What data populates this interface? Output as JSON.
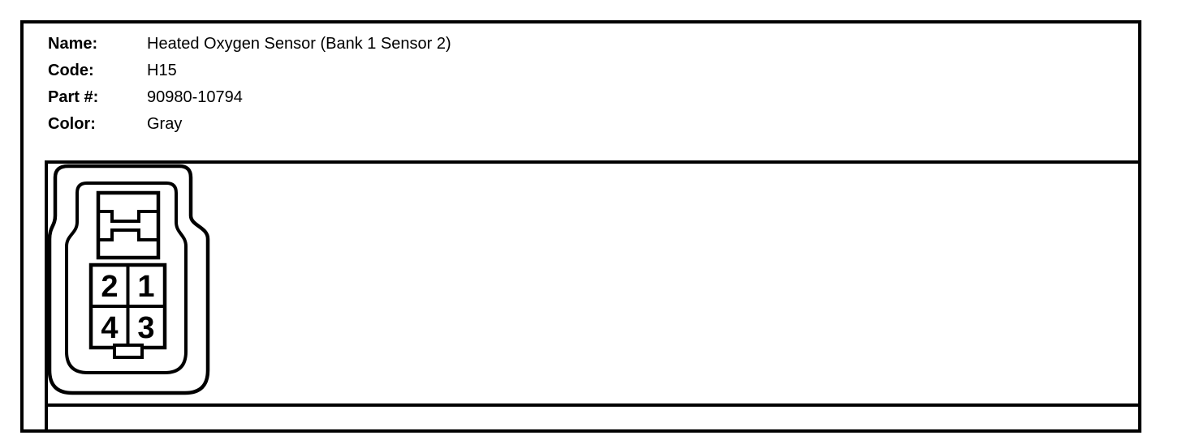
{
  "colors": {
    "ink": "#000000",
    "paper": "#ffffff"
  },
  "header": {
    "fields": [
      {
        "label": "Name:",
        "value": "Heated Oxygen Sensor (Bank 1 Sensor 2)"
      },
      {
        "label": "Code:",
        "value": "H15"
      },
      {
        "label": "Part #:",
        "value": "90980-10794"
      },
      {
        "label": "Color:",
        "value": "Gray"
      }
    ]
  },
  "connector_diagram": {
    "pins": {
      "top_left": "2",
      "top_right": "1",
      "bottom_left": "4",
      "bottom_right": "3"
    }
  }
}
